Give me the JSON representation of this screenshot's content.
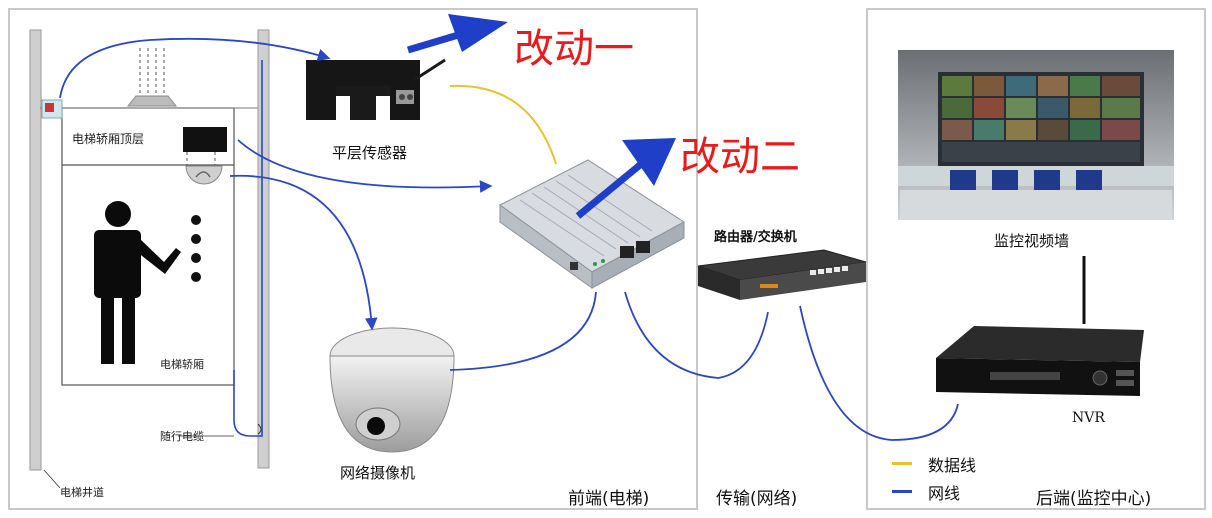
{
  "annotations": {
    "change_1": "改动一",
    "change_2": "改动二"
  },
  "elevator": {
    "car_top_label": "电梯轿厢顶层",
    "car_label": "电梯轿厢",
    "cable_label": "随行电缆",
    "shaft_label": "电梯井道"
  },
  "devices": {
    "leveling_sensor": "平层传感器",
    "network_camera": "网络摄像机",
    "router_switch": "路由器/交换机",
    "video_wall": "监控视频墙",
    "nvr": "NVR"
  },
  "sections": {
    "front_end": "前端(电梯)",
    "transmission": "传输(网络)",
    "back_end": "后端(监控中心)"
  },
  "legend": {
    "data_line": "数据线",
    "network_line": "网线"
  },
  "colors": {
    "data_line": "#e8c22a",
    "network_line": "#2a47c9",
    "annotation_red": "#e81a1a",
    "arrow_blue": "#1f3fc8"
  }
}
